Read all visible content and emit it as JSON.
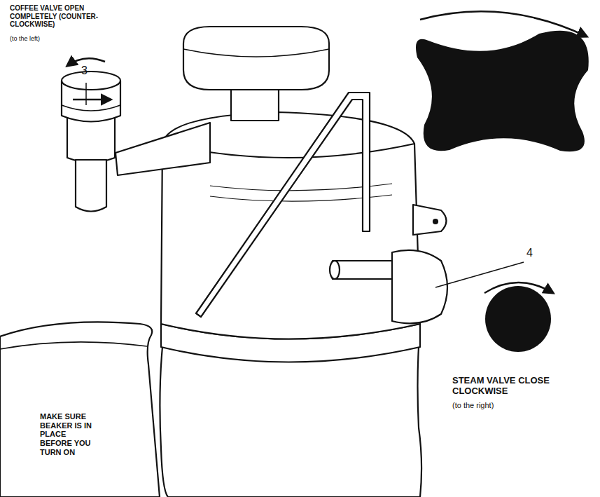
{
  "diagram": {
    "labels": [
      "COFFEE VALVE OPEN COMPLETELY (COUNTER-CLOCKWISE)",
      "(to the left)",
      "3",
      "4",
      "STEAM VALVE CLOSE CLOCKWISE",
      "(to the right)",
      "MAKE SURE BEAKER IS IN PLACE BEFORE YOU TURN ON"
    ]
  }
}
